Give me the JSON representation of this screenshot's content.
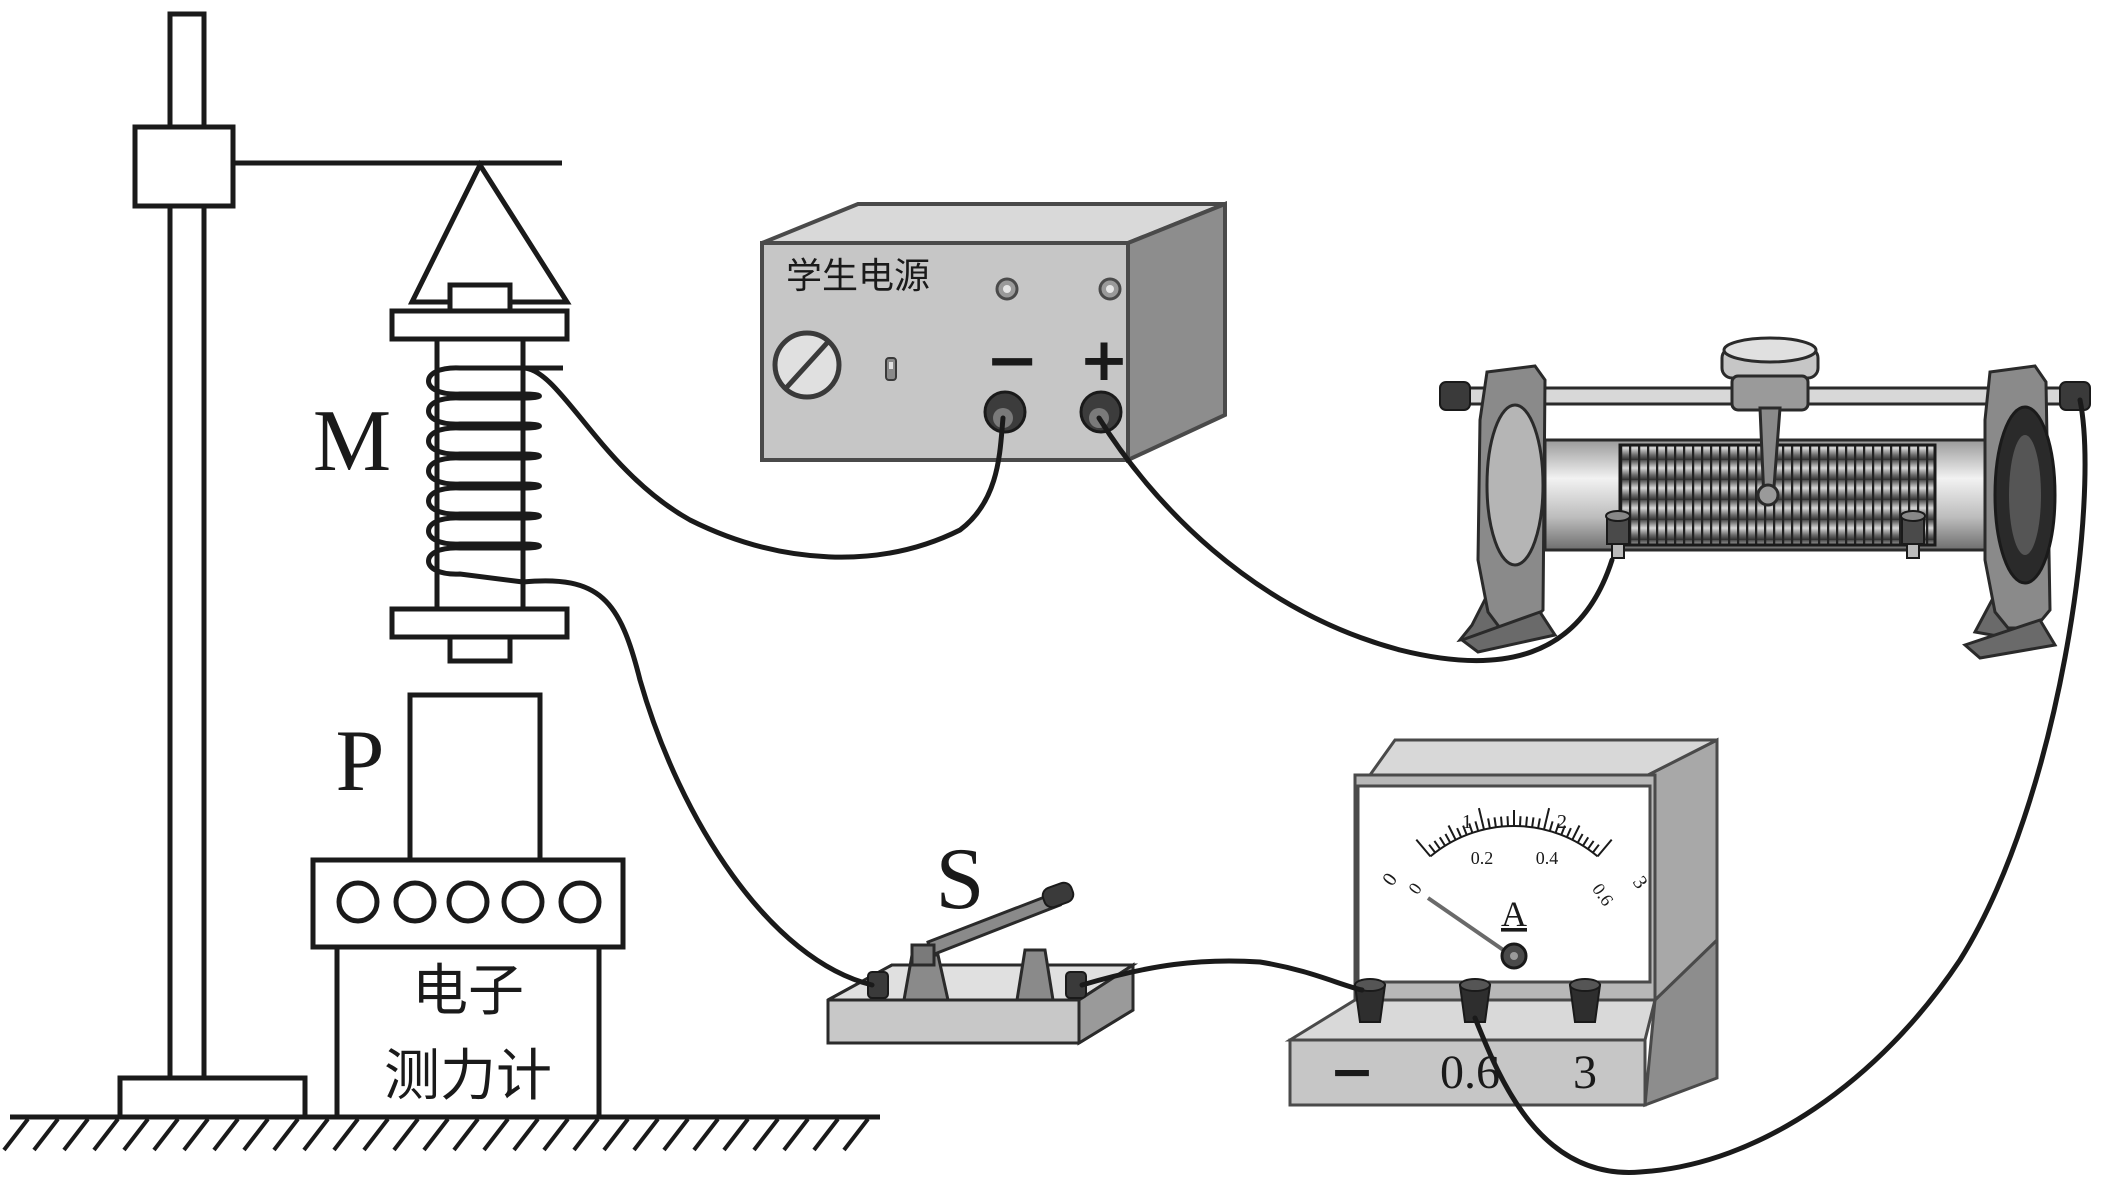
{
  "labels": {
    "electromagnet": "M",
    "iron_block": "P",
    "switch": "S",
    "meter_line1": "电子",
    "meter_line2": "测力计"
  },
  "power_supply": {
    "title": "学生电源",
    "neg": "−",
    "pos": "+"
  },
  "ammeter": {
    "symbol": "A",
    "scale_top": [
      "0",
      "1",
      "2",
      "3"
    ],
    "scale_bottom": [
      "0",
      "0.2",
      "0.4",
      "0.6"
    ],
    "terminals": [
      "−",
      "0.6",
      "3"
    ]
  },
  "colors": {
    "line": "#1a1a1a",
    "device_gray": "#c8c8c8",
    "device_dark": "#5a5a5a"
  }
}
